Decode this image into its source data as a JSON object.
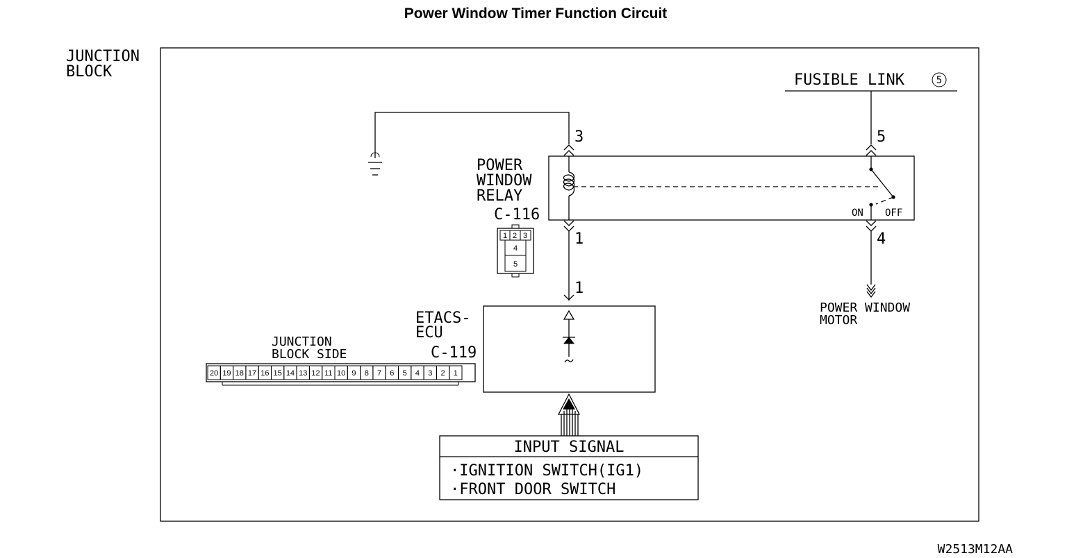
{
  "title": "Power Window Timer Function Circuit",
  "junction_block": {
    "line1": "JUNCTION",
    "line2": "BLOCK"
  },
  "fusible_link": {
    "label": "FUSIBLE LINK",
    "number": "5"
  },
  "relay": {
    "line1": "POWER",
    "line2": "WINDOW",
    "line3": "RELAY",
    "connector": "C-116",
    "pin_top_left": "3",
    "pin_top_right": "5",
    "pin_bottom_left": "1",
    "pin_bottom_right": "4",
    "switch_on": "ON",
    "switch_off": "OFF",
    "connector_pins": [
      "1",
      "2",
      "3",
      "4",
      "5"
    ]
  },
  "ecu": {
    "line1": "ETACS-",
    "line2": "ECU",
    "connector": "C-119",
    "pin_top": "1"
  },
  "junction_block_side": {
    "line1": "JUNCTION",
    "line2": "BLOCK SIDE",
    "pins": [
      "20",
      "19",
      "18",
      "17",
      "16",
      "15",
      "14",
      "13",
      "12",
      "11",
      "10",
      "9",
      "8",
      "7",
      "6",
      "5",
      "4",
      "3",
      "2",
      "1"
    ]
  },
  "motor": {
    "line1": "POWER WINDOW",
    "line2": "MOTOR"
  },
  "input_signal": {
    "header": "INPUT SIGNAL",
    "items": [
      "·IGNITION SWITCH(IG1)",
      "·FRONT DOOR SWITCH"
    ]
  },
  "figure_code": "W2513M12AA"
}
